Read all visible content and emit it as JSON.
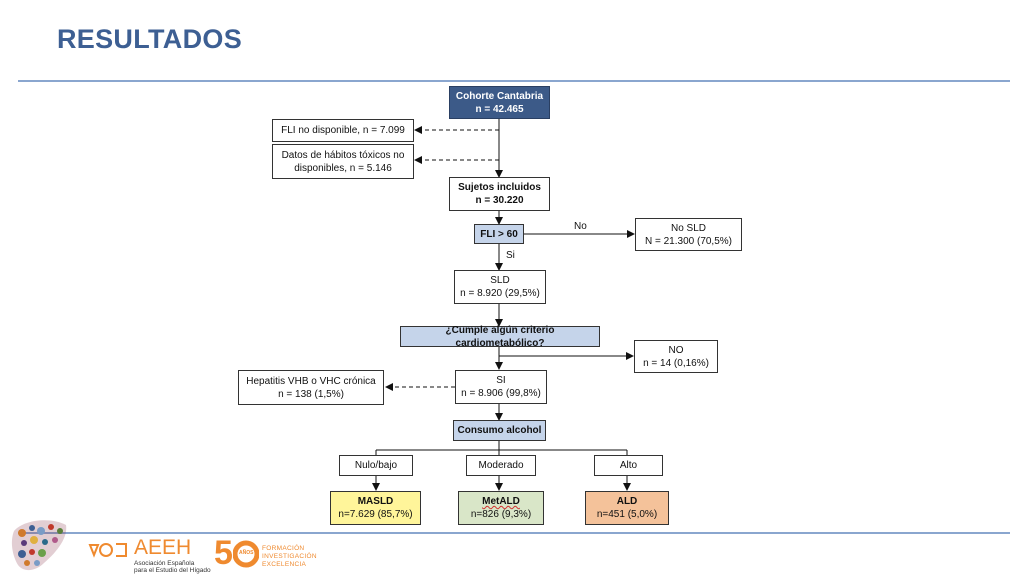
{
  "header": {
    "title": "RESULTADOS"
  },
  "flow": {
    "cohort": {
      "line1": "Cohorte Cantabria",
      "line2": "n = 42.465"
    },
    "fli_na": {
      "line1": "FLI no disponible, n = 7.099"
    },
    "habits_na": {
      "line1": "Datos de hábitos tóxicos no",
      "line2": "disponibles, n = 5.146"
    },
    "included": {
      "line1": "Sujetos incluidos",
      "line2": "n = 30.220"
    },
    "fli_gate": {
      "line1": "FLI > 60"
    },
    "no_label": "No",
    "no_sld": {
      "line1": "No SLD",
      "line2": "N = 21.300 (70,5%)"
    },
    "si_label": "Si",
    "sld": {
      "line1": "SLD",
      "line2": "n = 8.920 (29,5%)"
    },
    "cardio": {
      "line1": "¿Cumple algún criterio cardiometabólico?"
    },
    "cardio_no": {
      "line1": "NO",
      "line2": "n = 14 (0,16%)"
    },
    "hepatitis": {
      "line1": "Hepatitis VHB o VHC crónica",
      "line2": "n = 138 (1,5%)"
    },
    "cardio_si": {
      "line1": "SI",
      "line2": "n = 8.906 (99,8%)"
    },
    "alcohol": {
      "line1": "Consumo alcohol"
    },
    "cat_low": "Nulo/bajo",
    "cat_mod": "Moderado",
    "cat_high": "Alto",
    "masld": {
      "line1": "MASLD",
      "line2": "n=7.629 (85,7%)"
    },
    "metald": {
      "line1": "MetALD",
      "line2": "n=826 (9,3%)"
    },
    "ald": {
      "line1": "ALD",
      "line2": "n=451 (5,0%)"
    }
  },
  "footer": {
    "aeeh_name": "AEEH",
    "aeeh_sub1": "Asociación Española",
    "aeeh_sub2": "para el Estudio del Hígado",
    "anniv_num": "5",
    "anniv_anos": "AÑOS",
    "anniv_l1": "FORMACIÓN",
    "anniv_l2": "INVESTIGACIÓN",
    "anniv_l3": "EXCELENCIA"
  },
  "colors": {
    "title": "#3d5f93",
    "rule": "#8aa6cf",
    "cohort": "#3c5a88",
    "gate": "#c5d4ea",
    "masld": "#fff59a",
    "metald": "#d9e6c8",
    "ald": "#f4c29a",
    "brand_orange": "#ef8a2f"
  }
}
